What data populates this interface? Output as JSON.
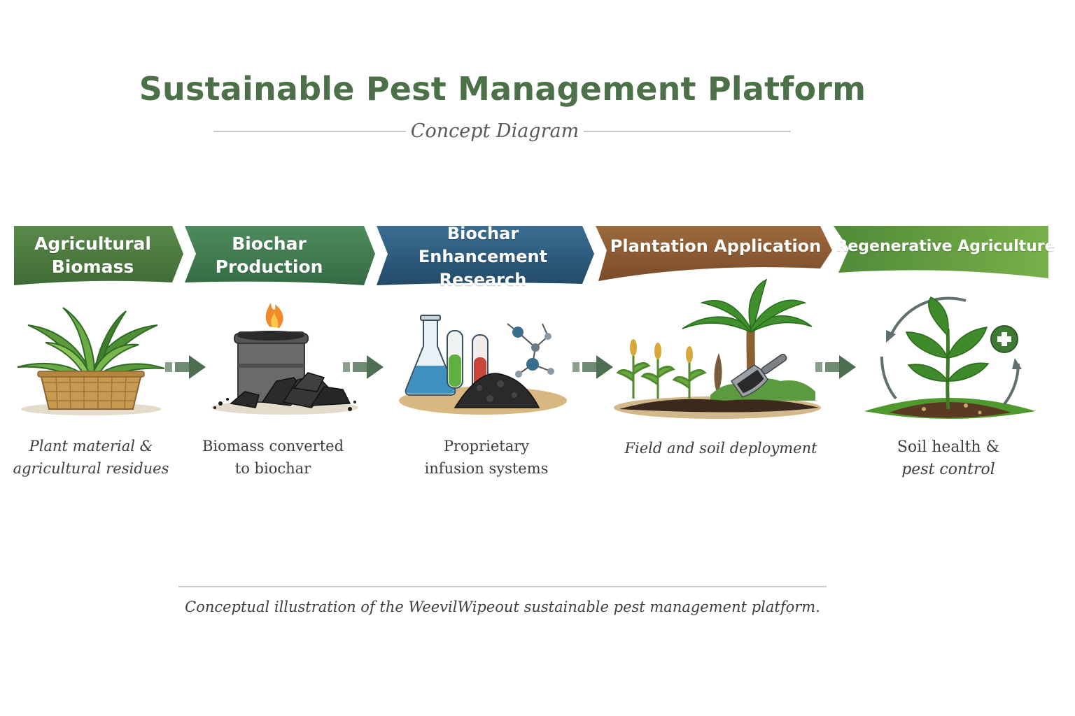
{
  "title": "Sustainable Pest Management Platform",
  "subtitle": "Concept Diagram",
  "stages": [
    {
      "label": "Agricultural Biomass",
      "color": "#4a7a3e",
      "icon": "plant-basket-icon",
      "caption_line1": "Plant material &",
      "caption_line2": "agricultural residues"
    },
    {
      "label": "Biochar Production",
      "color": "#3f7a4e",
      "icon": "biochar-kiln-icon",
      "caption_line1": "Biomass converted",
      "caption_line2": "to biochar"
    },
    {
      "label": "Biochar Enhancement Research",
      "color": "#2d5b7a",
      "icon": "lab-glassware-icon",
      "caption_line1": "Proprietary",
      "caption_line2": "infusion systems"
    },
    {
      "label": "Plantation Application",
      "color": "#8a5a33",
      "icon": "plantation-field-icon",
      "caption_line1": "Field and soil deployment",
      "caption_line2": ""
    },
    {
      "label": "Regenerative Agriculture",
      "color": "#5e9a3c",
      "icon": "growing-seedling-icon",
      "caption_line1": "Soil health &",
      "caption_line2": "pest control"
    }
  ],
  "arrow_icon": "right-arrow-icon",
  "arrow_color": "#4e6e52",
  "footnote": "Conceptual illustration of the WeevilWipeout sustainable pest management platform."
}
